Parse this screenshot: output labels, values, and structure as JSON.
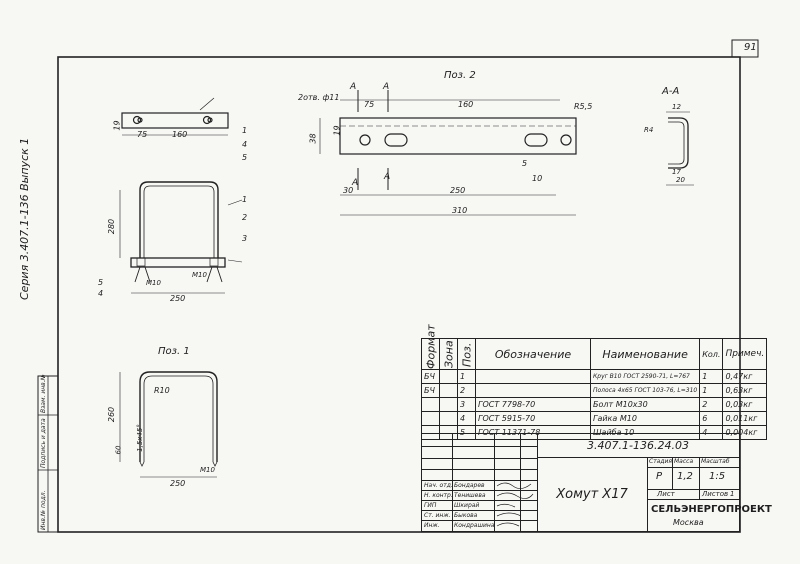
{
  "sheet": {
    "page_number": "91",
    "series_label": "Серия 3.407.1-136 Выпуск 1",
    "document_code": "3.407.1-136.24.03",
    "title": "Хомут Х17",
    "organization": "СЕЛЬЭНЕРГОПРОЕКТ",
    "city": "Москва"
  },
  "side_stamp": {
    "cells": [
      "Инв.№ подл.",
      "Подпись и дата",
      "Взам. инв.№"
    ]
  },
  "views": {
    "poz2": {
      "label": "Поз. 2",
      "hole_note": "2отв. ф11",
      "section_label": "А-А",
      "cut_marker": "А",
      "dims": [
        "75",
        "160",
        "R5,5",
        "19",
        "38",
        "5",
        "10",
        "30",
        "250",
        "310",
        "12",
        "R4",
        "17",
        "20"
      ]
    },
    "assembly": {
      "dims": [
        "19",
        "75",
        "160",
        "280",
        "250",
        "М10",
        "М10"
      ],
      "callouts": [
        "1",
        "2",
        "3",
        "4",
        "5"
      ],
      "side_stack": [
        "1",
        "4",
        "5"
      ]
    },
    "poz1": {
      "label": "Поз. 1",
      "dims": [
        "R10",
        "260",
        "60",
        "1,5x45°",
        "М10",
        "250"
      ]
    }
  },
  "spec_table": {
    "headers": [
      "Формат",
      "Зона",
      "Поз.",
      "Обозначение",
      "Наименование",
      "Кол.",
      "Примеч."
    ],
    "rows": [
      {
        "fmt": "БЧ",
        "zone": "",
        "pos": "1",
        "designation": "",
        "name": "Круг В10 ГОСТ 2590-71, L=767",
        "qty": "1",
        "note": "0,47кг"
      },
      {
        "fmt": "БЧ",
        "zone": "",
        "pos": "2",
        "designation": "",
        "name": "Полоса 4х65 ГОСТ 103-76, L=310",
        "qty": "1",
        "note": "0,63кг"
      },
      {
        "fmt": "",
        "zone": "",
        "pos": "3",
        "designation": "ГОСТ 7798-70",
        "name": "Болт М10х30",
        "qty": "2",
        "note": "0,03кг"
      },
      {
        "fmt": "",
        "zone": "",
        "pos": "4",
        "designation": "ГОСТ 5915-70",
        "name": "Гайка М10",
        "qty": "6",
        "note": "0,011кг"
      },
      {
        "fmt": "",
        "zone": "",
        "pos": "5",
        "designation": "ГОСТ 11371-78",
        "name": "Шайба 10",
        "qty": "4",
        "note": "0,004кг"
      }
    ]
  },
  "title_block": {
    "stage_label": "Стадия",
    "mass_label": "Масса",
    "scale_label": "Масштаб",
    "stage": "Р",
    "mass": "1,2",
    "scale": "1:5",
    "sheet_label": "Лист",
    "sheets_label": "Листов",
    "sheets_count": "1",
    "signers": [
      {
        "role": "Нач. отд.",
        "name": "Бондарев"
      },
      {
        "role": "Н. контр.",
        "name": "Тенишева"
      },
      {
        "role": "ГИП",
        "name": "Шкирай"
      },
      {
        "role": "Ст. инж.",
        "name": "Быкова"
      },
      {
        "role": "Инж.",
        "name": "Кондрашина"
      }
    ]
  }
}
